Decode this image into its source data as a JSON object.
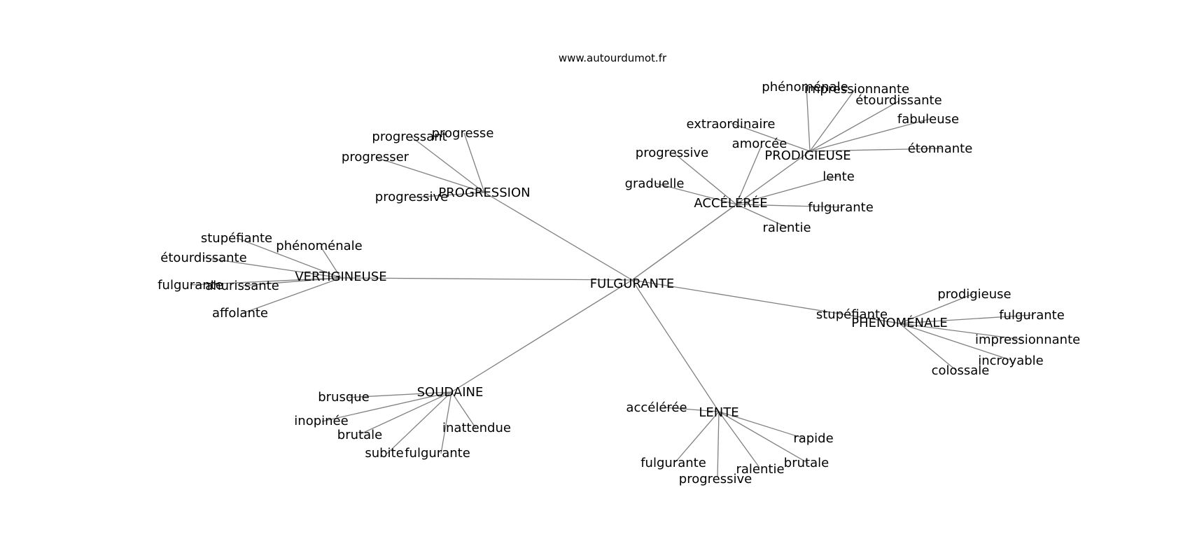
{
  "source_label": "www.autourdumot.fr",
  "nodes": {
    "center": "FULGURANTE",
    "acceleree": "ACCÉLÉRÉE",
    "prodigieuse": "PRODIGIEUSE",
    "progression": "PROGRESSION",
    "vertigineuse": "VERTIGINEUSE",
    "phenomenale": "PHÉNOMÉNALE",
    "soudaine": "SOUDAINE",
    "lente": "LENTE"
  },
  "leaves": {
    "prodigieuse": [
      "phénoménale",
      "impressionnante",
      "étourdissante",
      "fabuleuse",
      "étonnante",
      "extraordinaire"
    ],
    "acceleree": [
      "amorcée",
      "progressive",
      "graduelle",
      "lente",
      "fulgurante",
      "ralentie"
    ],
    "progression": [
      "progressant",
      "progresse",
      "progresser",
      "progressive"
    ],
    "vertigineuse": [
      "stupéfiante",
      "phénoménale",
      "étourdissante",
      "fulgurante",
      "ahurissante",
      "affolante"
    ],
    "phenomenale": [
      "stupéfiante",
      "prodigieuse",
      "fulgurante",
      "impressionnante",
      "incroyable",
      "colossale"
    ],
    "soudaine": [
      "brusque",
      "inopinée",
      "brutale",
      "subite",
      "fulgurante",
      "inattendue"
    ],
    "lente": [
      "accélérée",
      "rapide",
      "fulgurante",
      "progressive",
      "ralentie",
      "brutale"
    ]
  }
}
